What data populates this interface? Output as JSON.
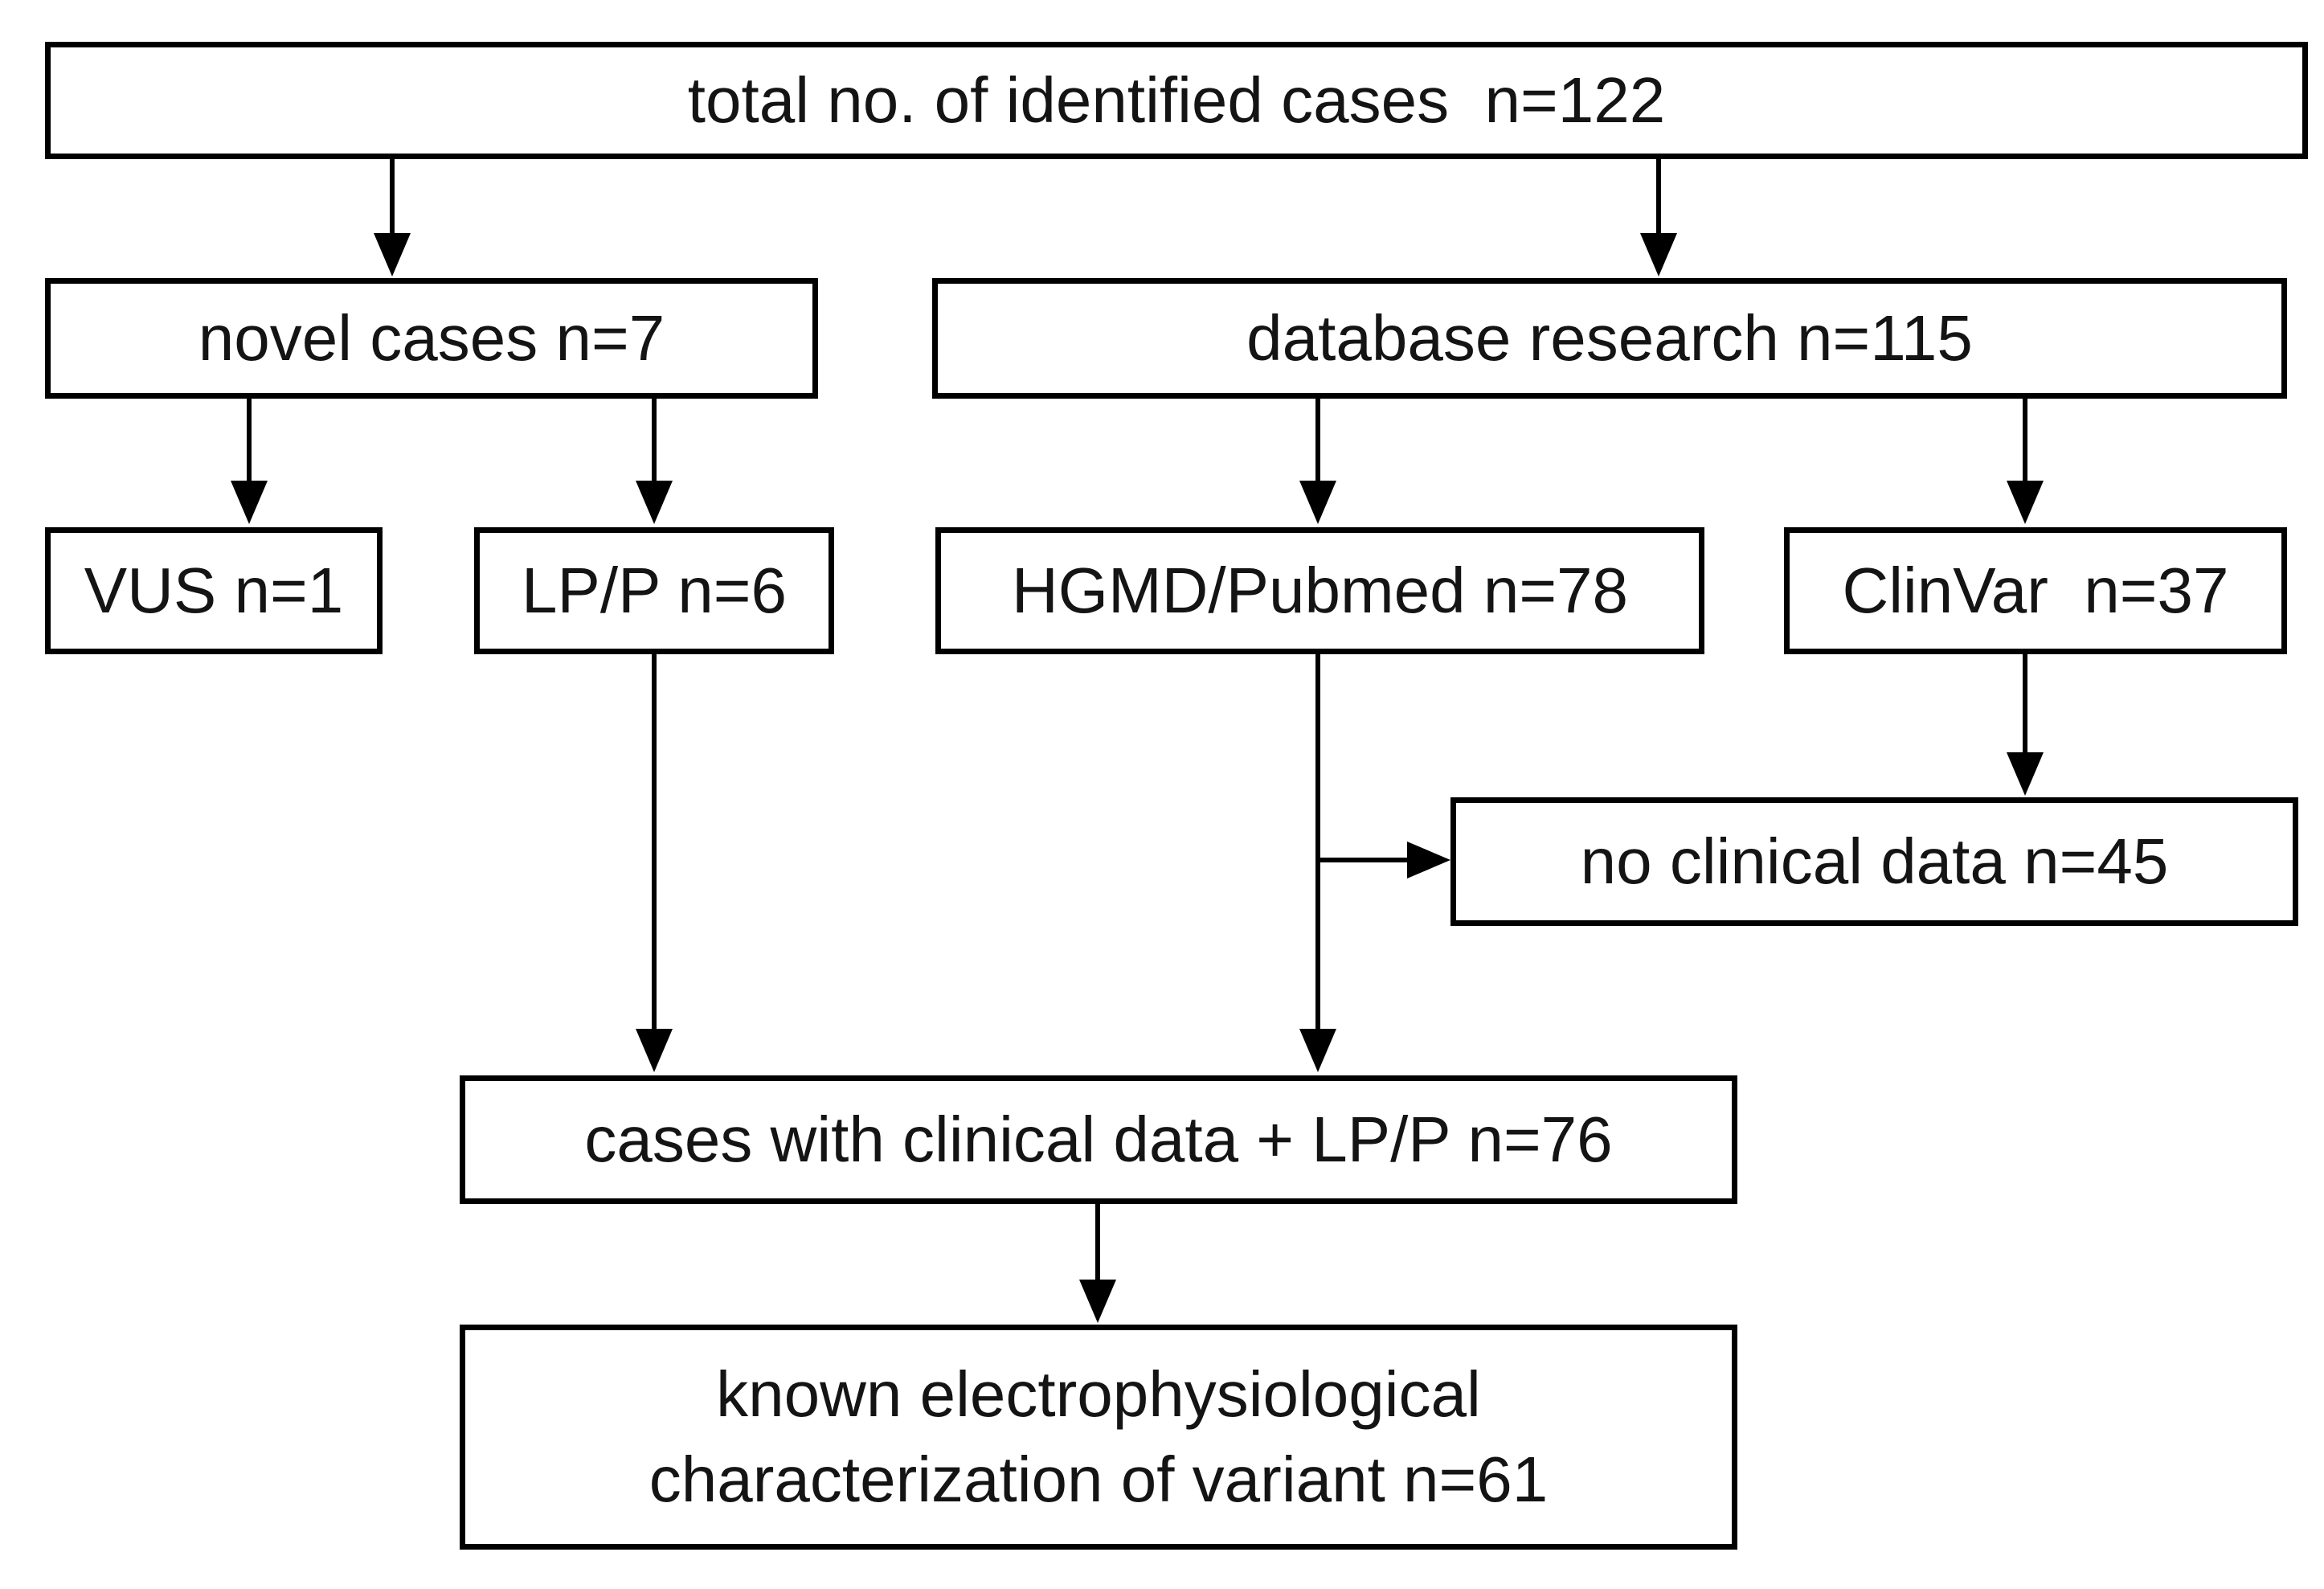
{
  "figure": {
    "type": "flowchart",
    "background_color": "#ffffff",
    "line_color": "#000000",
    "text_color": "#141414"
  },
  "nodes": {
    "total": {
      "label": "total no. of identified cases  n=122"
    },
    "novel": {
      "label": "novel cases n=7"
    },
    "database": {
      "label": "database research n=115"
    },
    "vus": {
      "label": "VUS n=1"
    },
    "lpp": {
      "label": "LP/P n=6"
    },
    "hgmd": {
      "label": "HGMD/Pubmed n=78"
    },
    "clinvar": {
      "label": "ClinVar  n=37"
    },
    "noclinical": {
      "label": "no clinical data n=45"
    },
    "clinlpp": {
      "label": "cases with clinical data + LP/P n=76"
    },
    "knownep": {
      "label": "known electrophysiological\ncharacterization of variant n=61"
    }
  },
  "edges": [
    {
      "from": "total",
      "to": "novel"
    },
    {
      "from": "total",
      "to": "database"
    },
    {
      "from": "novel",
      "to": "vus"
    },
    {
      "from": "novel",
      "to": "lpp"
    },
    {
      "from": "database",
      "to": "hgmd"
    },
    {
      "from": "database",
      "to": "clinvar"
    },
    {
      "from": "clinvar",
      "to": "noclinical"
    },
    {
      "from": "hgmd",
      "to": "noclinical"
    },
    {
      "from": "hgmd",
      "to": "clinlpp"
    },
    {
      "from": "lpp",
      "to": "clinlpp"
    },
    {
      "from": "clinlpp",
      "to": "knownep"
    }
  ]
}
